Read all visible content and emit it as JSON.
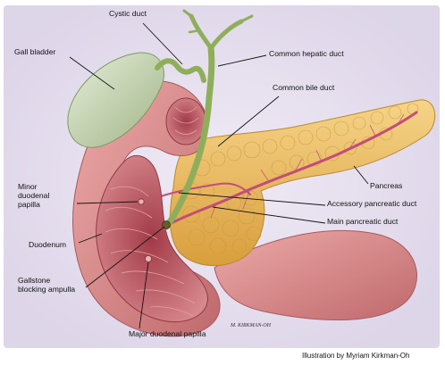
{
  "labels": {
    "cystic_duct": "Cystic duct",
    "gall_bladder": "Gall bladder",
    "common_hepatic_duct": "Common hepatic duct",
    "common_bile_duct": "Common bile duct",
    "minor_papilla": [
      "Minor",
      "duodenal",
      "papilla"
    ],
    "pancreas": "Pancreas",
    "accessory_duct": "Accessory pancreatic duct",
    "main_duct": "Main pancreatic duct",
    "duodenum": "Duodenum",
    "gallstone": [
      "Gallstone",
      "blocking ampulla"
    ],
    "major_papilla": "Major duodenal papilla"
  },
  "credit": "Illustration by Myriam Kirkman-Oh",
  "signature": "M. KIRKMAN-OH",
  "colors": {
    "background": "#e8e2f0",
    "gall_bladder": "#c9d6b4",
    "bile_duct": "#8fae5a",
    "duodenum": "#d98a8a",
    "duodenum_inner": "#b24a52",
    "pancreas": "#efc26a",
    "pancreatic_duct": "#c24d7a",
    "leader_line": "#111111"
  }
}
